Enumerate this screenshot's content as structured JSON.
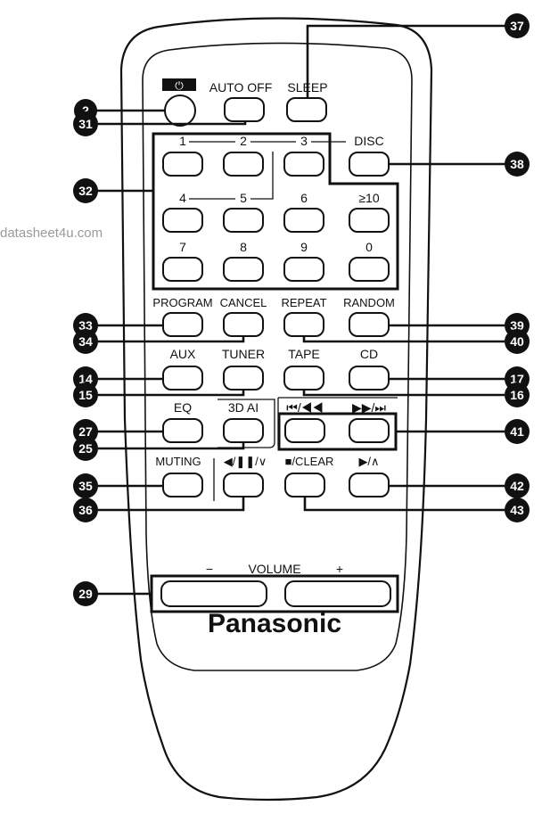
{
  "watermark": "datasheet4u.com",
  "brand": "Panasonic",
  "labels": {
    "power_symbol": "⏻",
    "auto_off": "AUTO OFF",
    "sleep": "SLEEP",
    "n1": "1",
    "n2": "2",
    "n3": "3",
    "disc": "DISC",
    "n4": "4",
    "n5": "5",
    "n6": "6",
    "n10": "≥10",
    "n7": "7",
    "n8": "8",
    "n9": "9",
    "n0": "0",
    "program": "PROGRAM",
    "cancel": "CANCEL",
    "repeat": "REPEAT",
    "random": "RANDOM",
    "aux": "AUX",
    "tuner": "TUNER",
    "tape": "TAPE",
    "cd": "CD",
    "eq": "EQ",
    "ai3d": "3D AI",
    "skip_back": "⏮/◀◀",
    "skip_fwd": "▶▶/⏭",
    "muting": "MUTING",
    "play_pause_down": "◀/❚❚/∨",
    "stop_clear": "■/CLEAR",
    "play_up": "▶/∧",
    "vol_minus": "−",
    "volume": "VOLUME",
    "vol_plus": "+"
  },
  "callouts": {
    "c2": "2",
    "c31": "31",
    "c32": "32",
    "c33": "33",
    "c34": "34",
    "c14": "14",
    "c15": "15",
    "c27": "27",
    "c25": "25",
    "c35": "35",
    "c36": "36",
    "c29": "29",
    "c37": "37",
    "c38": "38",
    "c39": "39",
    "c40": "40",
    "c17": "17",
    "c16": "16",
    "c41": "41",
    "c42": "42",
    "c43": "43"
  }
}
